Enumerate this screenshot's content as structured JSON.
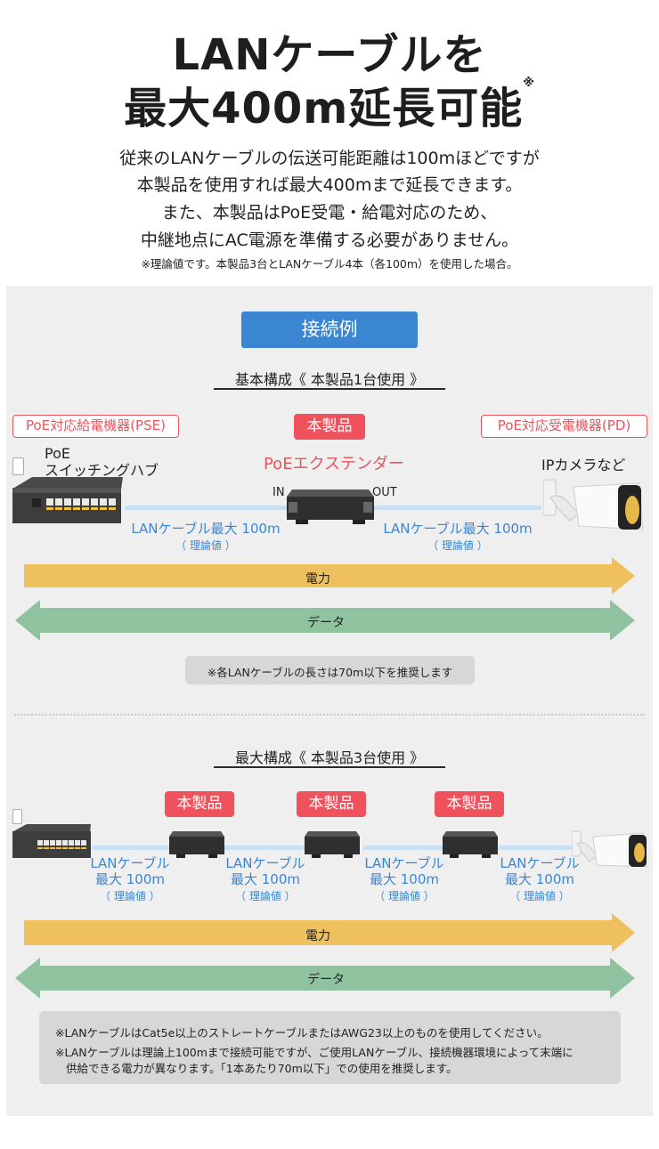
{
  "header": {
    "title_line1": "LANケーブルを",
    "title_line2": "最大400m延長可能",
    "title_mark": "※",
    "lead_lines": [
      "従来のLANケーブルの伝送可能距離は100mほどですが",
      "本製品を使用すれば最大400mまで延長できます。",
      "また、本製品はPoE受電・給電対応のため、",
      "中継地点にAC電源を準備する必要がありません。"
    ],
    "note": "※理論値です。本製品3台とLANケーブル4本（各100m）を使用した場合。"
  },
  "connection_button": "接続例",
  "basic": {
    "title": "基本構成《 本製品1台使用 》",
    "tag_pse": "PoE対応給電機器(PSE)",
    "tag_product": "本製品",
    "tag_pd": "PoE対応受電機器(PD)",
    "switch_label_1": "PoE",
    "switch_label_2": "スイッチングハブ",
    "extender_label": "PoEエクステンダー",
    "camera_label": "IPカメラなど",
    "in_label": "IN",
    "out_label": "OUT",
    "cable_left_label": "LANケーブル最大 100m",
    "cable_left_sub": "（ 理論値 ）",
    "cable_right_label": "LANケーブル最大 100m",
    "cable_right_sub": "（ 理論値 ）",
    "power_label": "電力",
    "data_label": "データ",
    "note": "※各LANケーブルの長さは70m以下を推奨します"
  },
  "max": {
    "title": "最大構成《 本製品3台使用 》",
    "product_tags": [
      "本製品",
      "本製品",
      "本製品"
    ],
    "cables": [
      {
        "l1": "LANケーブル",
        "l2": "最大 100m",
        "l3": "（ 理論値 ）"
      },
      {
        "l1": "LANケーブル",
        "l2": "最大 100m",
        "l3": "（ 理論値 ）"
      },
      {
        "l1": "LANケーブル",
        "l2": "最大 100m",
        "l3": "（ 理論値 ）"
      },
      {
        "l1": "LANケーブル",
        "l2": "最大 100m",
        "l3": "（ 理論値 ）"
      }
    ],
    "power_label": "電力",
    "data_label": "データ",
    "notes": [
      "※LANケーブルはCat5e以上のストレートケーブルまたはAWG23以上のものを使用してください。",
      "※LANケーブルは理論上100mまで接続可能ですが、ご使用LANケーブル、接続機器環境によって末端に",
      "供給できる電力が異なります。「1本あたり70m以下」での使用を推奨します。"
    ]
  },
  "colors": {
    "accent_blue": "#3a86d3",
    "accent_red": "#ef525c",
    "power_arrow": "#efc15e",
    "data_arrow": "#8fc3a0",
    "panel_bg": "#efefef"
  }
}
